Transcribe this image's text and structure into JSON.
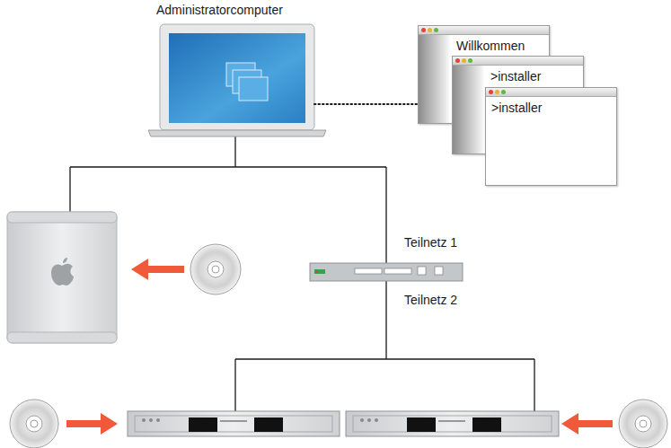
{
  "diagram": {
    "nodes": [
      {
        "text": [
          "Administratorcomputer"
        ]
      },
      {
        "text": [
          "Willkommen"
        ]
      },
      {
        "text": [
          ">installer"
        ]
      },
      {
        "text": [
          ">installer"
        ]
      }
    ],
    "edges": [
      {
        "from": 0,
        "to": 1,
        "arrow": "none"
      }
    ],
    "labels": [
      "Teilnetz 1",
      "Teilnetz 2"
    ]
  }
}
